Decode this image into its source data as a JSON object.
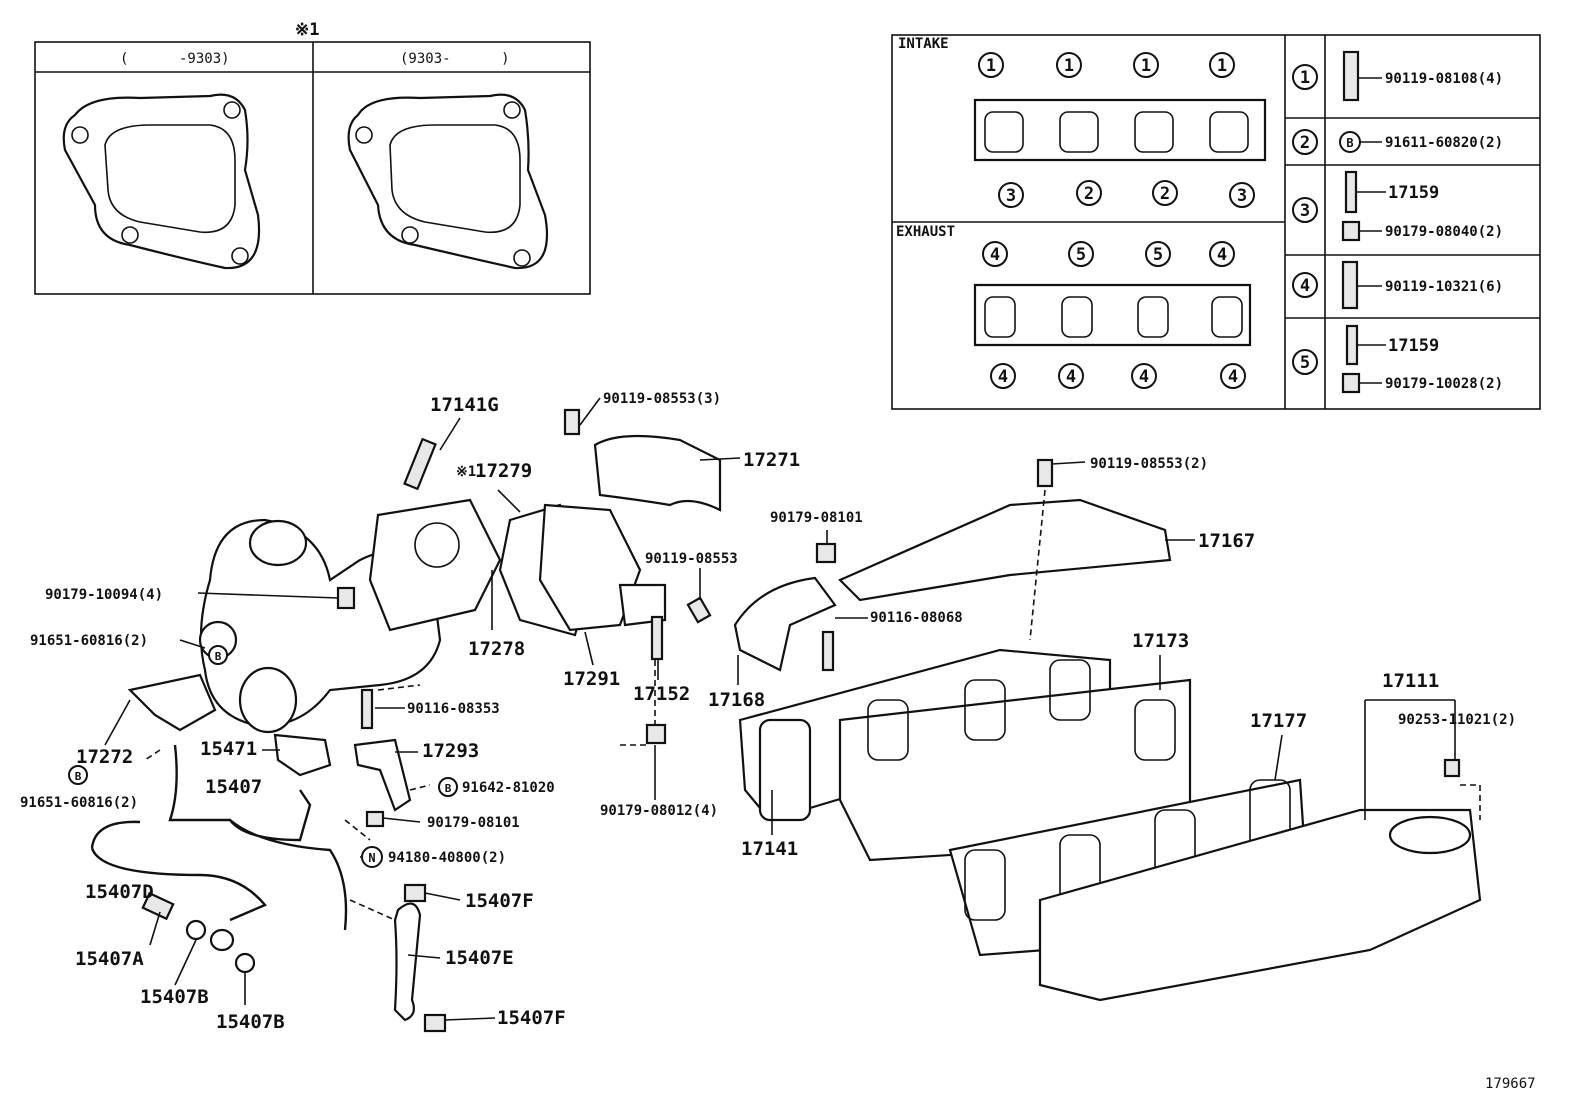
{
  "diagram_id": "179667",
  "gasket_panel": {
    "mark": "※1",
    "left_header": "(      -9303)",
    "right_header": "(9303-      )"
  },
  "legend": {
    "intake_label": "INTAKE",
    "exhaust_label": "EXHAUST",
    "intake_top_marks": [
      "1",
      "1",
      "1",
      "1"
    ],
    "intake_bottom_marks": [
      "3",
      "2",
      "2",
      "3"
    ],
    "exhaust_top_marks": [
      "4",
      "5",
      "5",
      "4"
    ],
    "exhaust_bottom_marks": [
      "4",
      "4",
      "4",
      "4"
    ],
    "keys": [
      {
        "mark": "1",
        "parts": [
          "90119-08108(4)"
        ]
      },
      {
        "mark": "2",
        "parts": [
          "91611-60820(2)"
        ],
        "prefix": "B"
      },
      {
        "mark": "3",
        "parts": [
          "17159",
          "90179-08040(2)"
        ]
      },
      {
        "mark": "4",
        "parts": [
          "90119-10321(6)"
        ]
      },
      {
        "mark": "5",
        "parts": [
          "17159",
          "90179-10028(2)"
        ]
      }
    ]
  },
  "labels": {
    "p17141G": "17141G",
    "p90119_08553_3": "90119-08553(3)",
    "p17271": "17271",
    "p17279": "17279",
    "p17279_mark": "※1",
    "p90119_08553_2": "90119-08553(2)",
    "p90179_08101_top": "90179-08101",
    "p17167": "17167",
    "p90119_08553": "90119-08553",
    "p90179_10094": "90179-10094(4)",
    "p91651_60816_a": "91651-60816(2)",
    "p17278": "17278",
    "p17291": "17291",
    "p17152": "17152",
    "p17168": "17168",
    "p90116_08068": "90116-08068",
    "p17173": "17173",
    "p17111": "17111",
    "p90253_11021": "90253-11021(2)",
    "p17177": "17177",
    "p90116_08353": "90116-08353",
    "p17272": "17272",
    "p15471": "15471",
    "p17293": "17293",
    "p91651_60816_b": "91651-60816(2)",
    "p15407": "15407",
    "p91642_81020": "91642-81020",
    "p90179_08012": "90179-08012(4)",
    "p17141": "17141",
    "p90179_08101_low": "90179-08101",
    "p94180_40800": "94180-40800(2)",
    "p15407D": "15407D",
    "p15407F_a": "15407F",
    "p15407A": "15407A",
    "p15407E": "15407E",
    "p15407B_a": "15407B",
    "p15407F_b": "15407F",
    "p15407B_b": "15407B",
    "mark_B": "B",
    "mark_N": "N"
  }
}
